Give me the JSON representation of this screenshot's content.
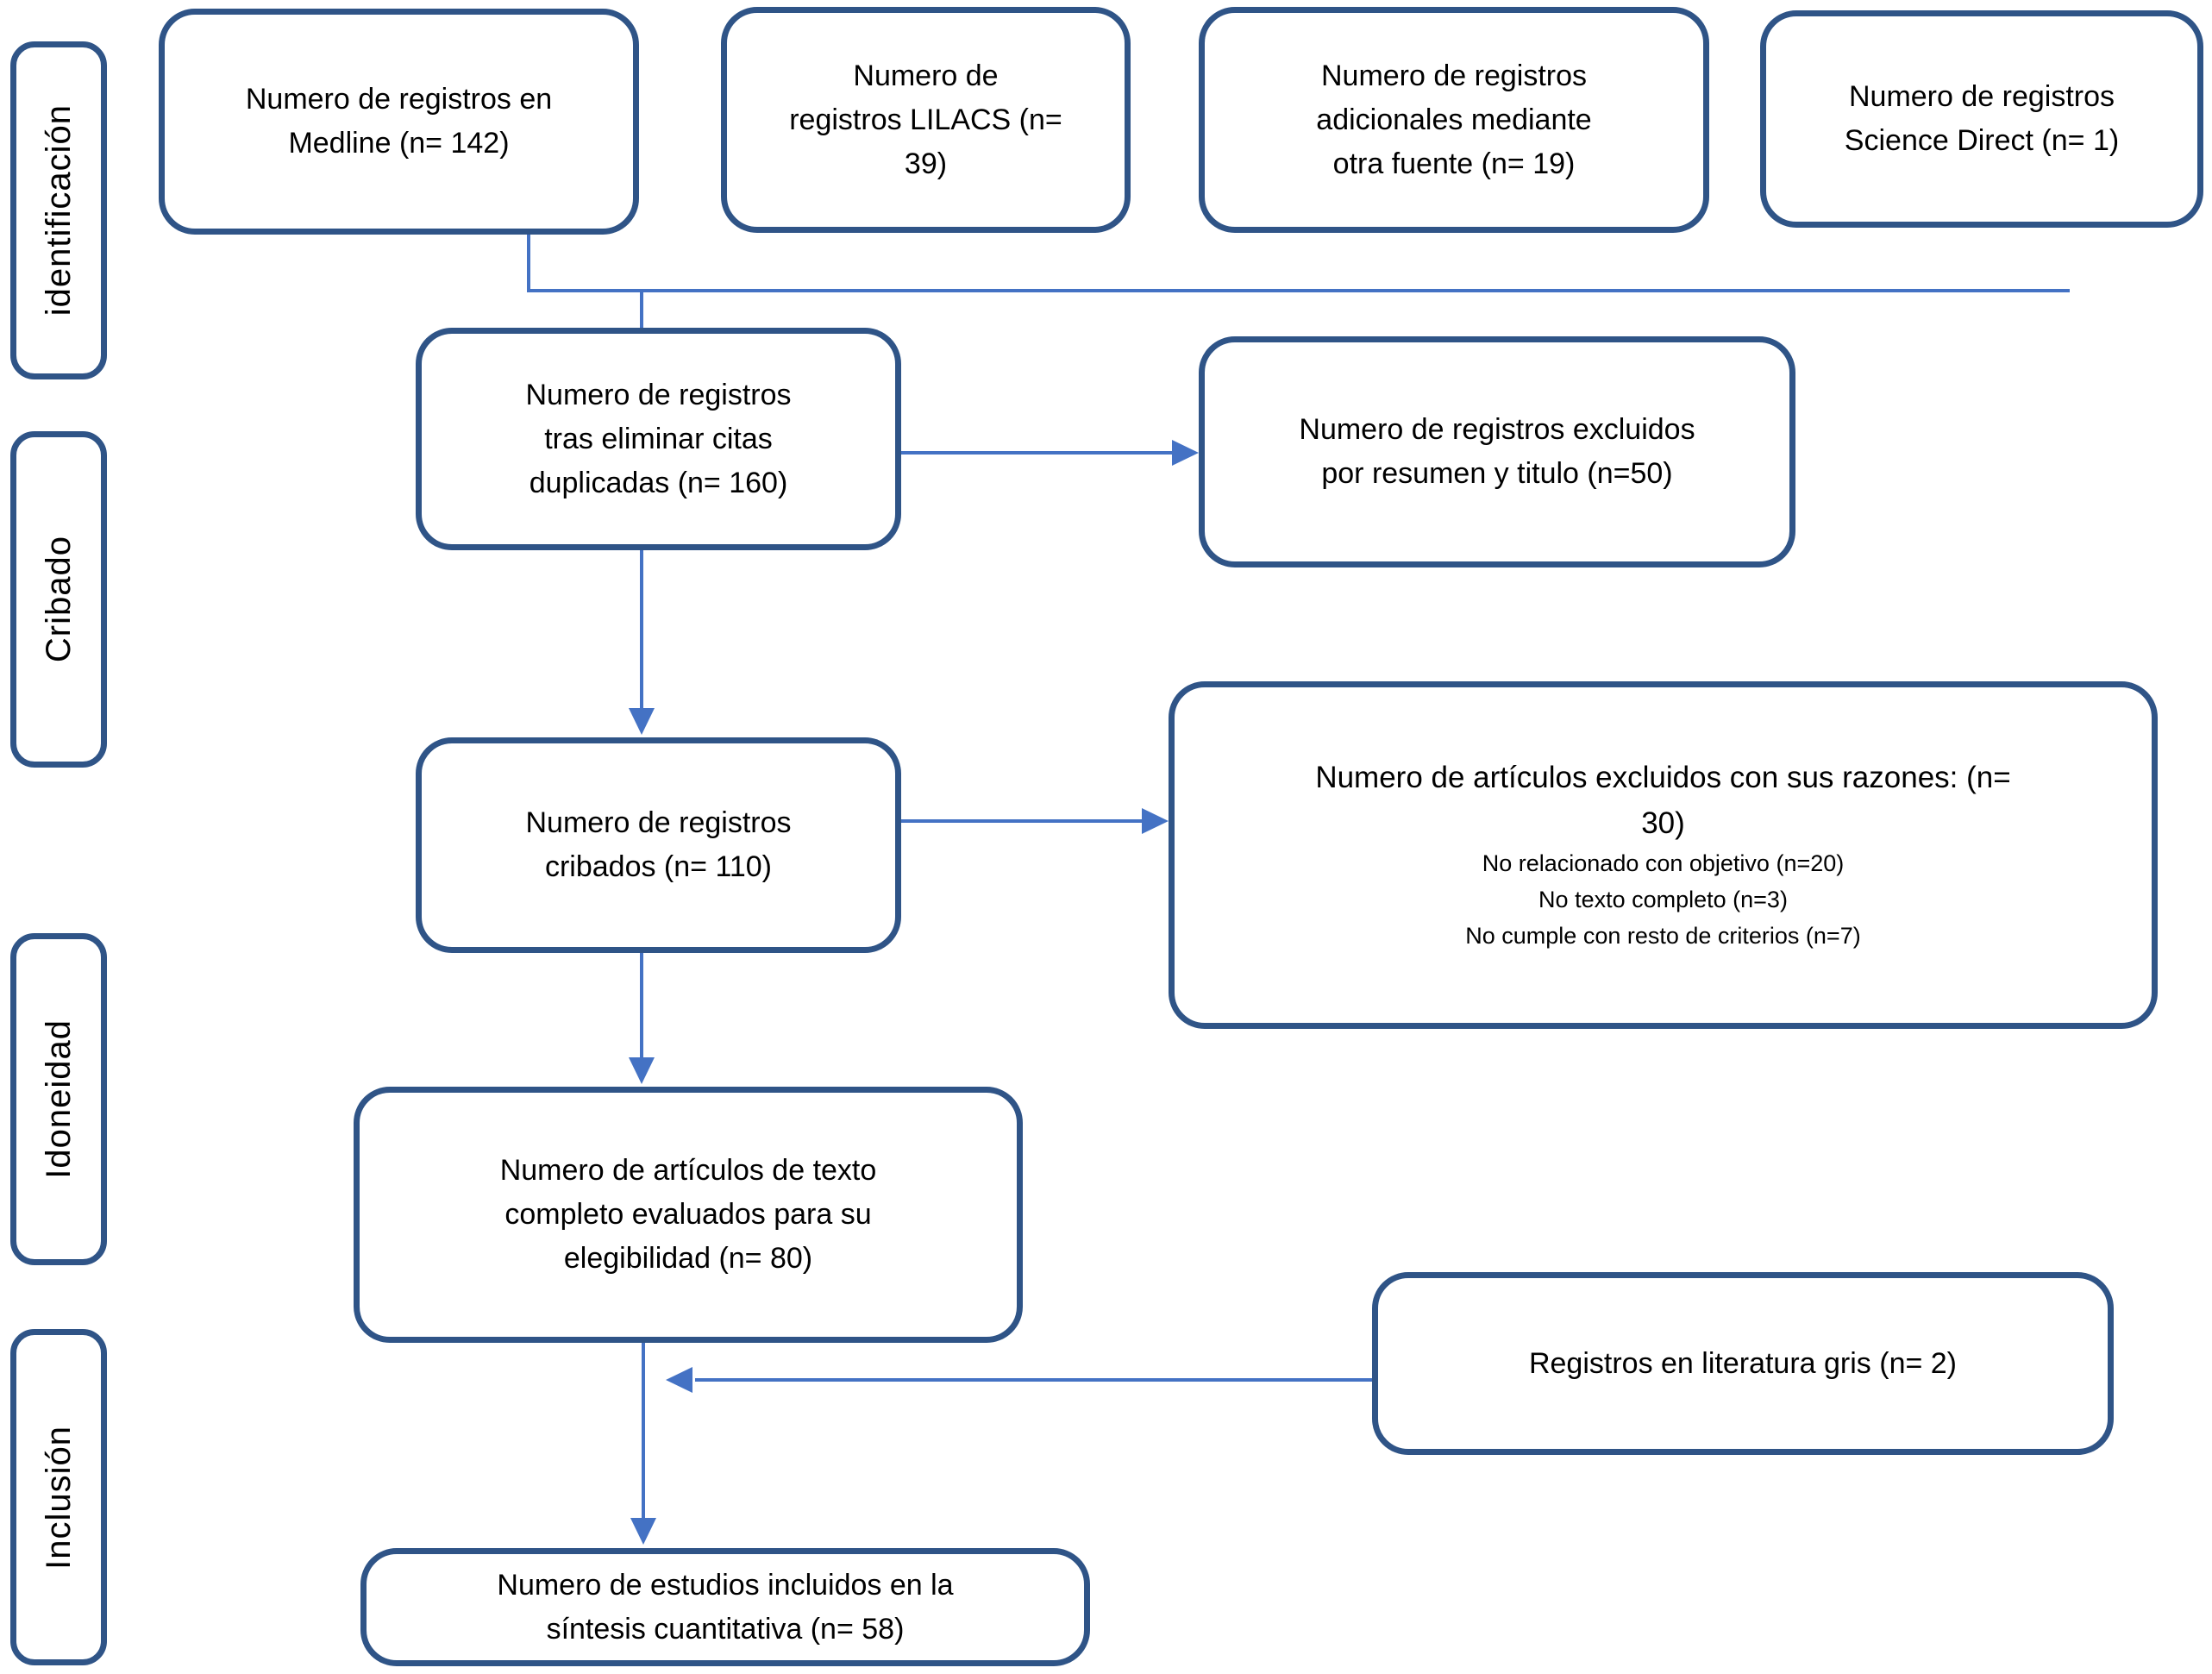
{
  "stages": {
    "identificacion": "identificación",
    "cribado": "Cribado",
    "idoneidad": "Idoneidad",
    "inclusion": "Inclusión"
  },
  "boxes": {
    "medline": "Numero de registros en\nMedline (n= 142)",
    "lilacs": "Numero de\nregistros LILACS (n=\n39)",
    "otra_fuente": "Numero de registros\nadicionales mediante\notra fuente (n= 19)",
    "science_direct": "Numero de registros\nScience Direct (n= 1)",
    "duplicadas": "Numero de registros\ntras eliminar citas\nduplicadas (n= 160)",
    "excluidos_resumen": "Numero de registros excluidos\npor resumen y titulo (n=50)",
    "cribados": "Numero de registros\ncribados (n= 110)",
    "excluidos_razones": {
      "titulo": "Numero de artículos excluidos con sus razones: (n=\n30)",
      "razones": [
        "No relacionado con objetivo (n=20)",
        "No texto completo (n=3)",
        "No cumple con resto de criterios (n=7)"
      ]
    },
    "texto_completo": "Numero de artículos de texto\ncompleto evaluados para su\nelegibilidad (n= 80)",
    "literatura_gris": "Registros en literatura gris (n= 2)",
    "incluidos": "Numero de estudios incluidos en la\nsíntesis cuantitativa (n= 58)"
  },
  "colors": {
    "box_border": "#2f5487",
    "connector": "#4472c4",
    "text": "#000000",
    "background": "#ffffff"
  }
}
